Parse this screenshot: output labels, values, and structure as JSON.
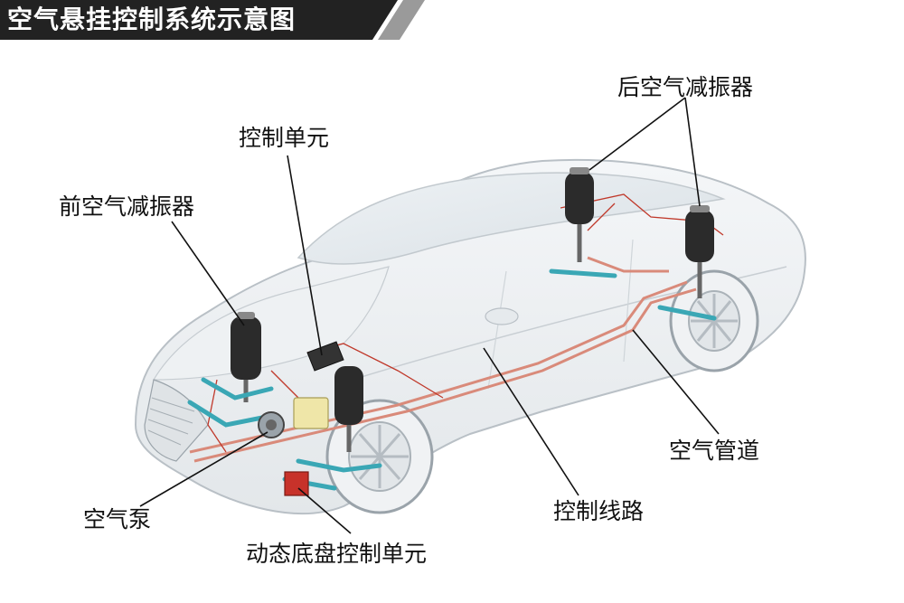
{
  "title": "空气悬挂控制系统示意图",
  "labels": {
    "control_unit": "控制单元",
    "front_air_shock": "前空气减振器",
    "rear_air_shock": "后空气减振器",
    "air_pipe": "空气管道",
    "air_pump": "空气泵",
    "control_wiring": "控制线路",
    "dynamic_chassis_control_unit": "动态底盘控制单元"
  },
  "colors": {
    "banner_dark": "#222222",
    "banner_stripe": "#9a9a9a",
    "air_line": "#d98a7a",
    "wire": "#c0392b",
    "strut_body": "#2b2b2b",
    "arm": "#3aa7b5"
  }
}
